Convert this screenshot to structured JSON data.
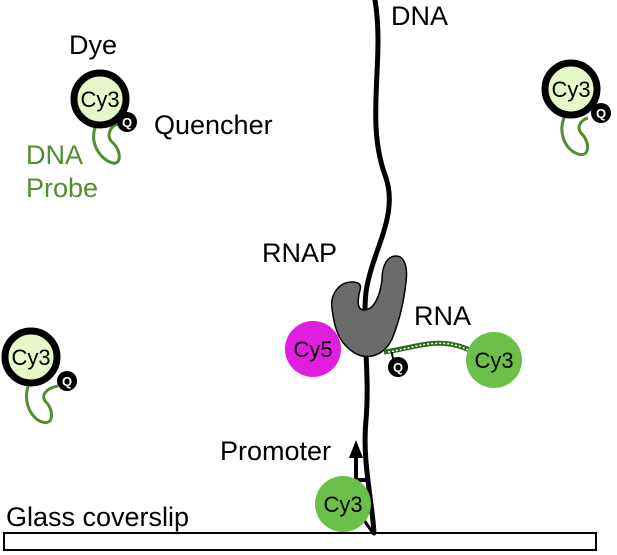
{
  "labels": {
    "dna": "DNA",
    "dye": "Dye",
    "quencher": "Quencher",
    "dna_probe_line1": "DNA",
    "dna_probe_line2": "Probe",
    "rnap": "RNAP",
    "rna": "RNA",
    "promoter": "Promoter",
    "glass_coverslip": "Glass coverslip"
  },
  "dyes": {
    "probe_topleft": "Cy3",
    "probe_topright": "Cy3",
    "probe_left": "Cy3",
    "rnap_cy5": "Cy5",
    "rna_cy3": "Cy3",
    "surface_cy3": "Cy3"
  },
  "quencher_symbol": "Q",
  "colors": {
    "free_dye_fill": "#e6f7c8",
    "cy3_green": "#6cc04a",
    "cy5_magenta": "#e01ee0",
    "rnap_gray": "#6b6b6b",
    "probe_green": "#4f8f2f",
    "black": "#000000"
  }
}
